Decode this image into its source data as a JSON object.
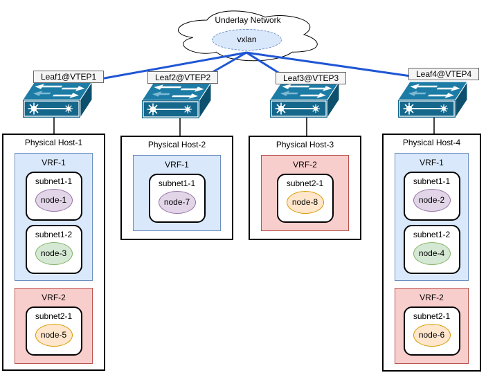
{
  "cloud": {
    "label": "Underlay Network",
    "vxlan_label": "vxlan"
  },
  "switches": [
    {
      "label": "Leaf1@VTEP1"
    },
    {
      "label": "Leaf2@VTEP2"
    },
    {
      "label": "Leaf3@VTEP3"
    },
    {
      "label": "Leaf4@VTEP4"
    }
  ],
  "hosts": [
    {
      "label": "Physical Host-1",
      "vrfs": [
        {
          "label": "VRF-1",
          "color": "blue",
          "subnets": [
            {
              "label": "subnet1-1",
              "node": {
                "label": "node-1",
                "color": "purple"
              }
            },
            {
              "label": "subnet1-2",
              "node": {
                "label": "node-3",
                "color": "green"
              }
            }
          ]
        },
        {
          "label": "VRF-2",
          "color": "red",
          "subnets": [
            {
              "label": "subnet2-1",
              "node": {
                "label": "node-5",
                "color": "orange"
              }
            }
          ]
        }
      ]
    },
    {
      "label": "Physical Host-2",
      "vrfs": [
        {
          "label": "VRF-1",
          "color": "blue",
          "subnets": [
            {
              "label": "subnet1-1",
              "node": {
                "label": "node-7",
                "color": "purple"
              }
            }
          ]
        }
      ]
    },
    {
      "label": "Physical Host-3",
      "vrfs": [
        {
          "label": "VRF-2",
          "color": "red",
          "subnets": [
            {
              "label": "subnet2-1",
              "node": {
                "label": "node-8",
                "color": "orange"
              }
            }
          ]
        }
      ]
    },
    {
      "label": "Physical Host-4",
      "vrfs": [
        {
          "label": "VRF-1",
          "color": "blue",
          "subnets": [
            {
              "label": "subnet1-1",
              "node": {
                "label": "node-2",
                "color": "purple"
              }
            },
            {
              "label": "subnet1-2",
              "node": {
                "label": "node-4",
                "color": "green"
              }
            }
          ]
        },
        {
          "label": "VRF-2",
          "color": "red",
          "subnets": [
            {
              "label": "subnet2-1",
              "node": {
                "label": "node-6",
                "color": "orange"
              }
            }
          ]
        }
      ]
    }
  ],
  "connections": {
    "cloud_to_switches": [
      "Leaf1@VTEP1",
      "Leaf2@VTEP2",
      "Leaf3@VTEP3",
      "Leaf4@VTEP4"
    ],
    "switch_to_host": [
      {
        "switch": "Leaf1@VTEP1",
        "host": "Physical Host-1"
      },
      {
        "switch": "Leaf2@VTEP2",
        "host": "Physical Host-2"
      },
      {
        "switch": "Leaf3@VTEP3",
        "host": "Physical Host-3"
      },
      {
        "switch": "Leaf4@VTEP4",
        "host": "Physical Host-4"
      }
    ]
  },
  "colors": {
    "vrf1_fill": "#dae8fc",
    "vrf1_border": "#6c8ebf",
    "vrf2_fill": "#f8cecc",
    "vrf2_border": "#b85450",
    "node_purple_fill": "#e1d5e7",
    "node_purple_border": "#9673a6",
    "node_green_fill": "#d5e8d4",
    "node_green_border": "#82b366",
    "node_orange_fill": "#ffe6cc",
    "node_orange_border": "#d79b00",
    "underlay_link": "#1f56d4",
    "switch_front": "#15688c",
    "switch_top": "#1d7ca6",
    "switch_side": "#0c506e",
    "vxlan_fill": "#dae8fc",
    "vxlan_border": "#6c8ebf",
    "leaf_label_fill": "#f5f5f5",
    "leaf_label_border": "#666666"
  }
}
